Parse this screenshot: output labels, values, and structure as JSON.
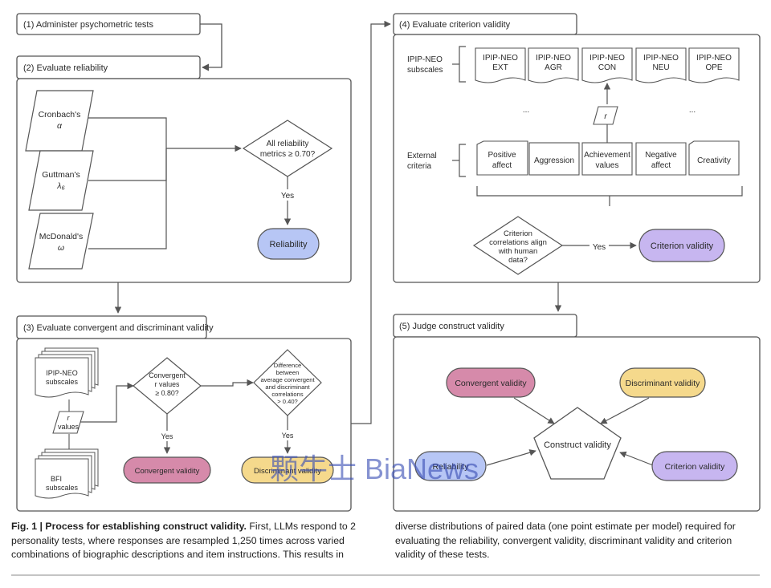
{
  "panels": {
    "p1": "(1) Administer psychometric tests",
    "p2": "(2) Evaluate reliability",
    "p3": "(3) Evaluate convergent and discriminant validity",
    "p4": "(4) Evaluate criterion validity",
    "p5": "(5) Judge construct validity"
  },
  "reliability": {
    "cronbach": [
      "Cronbach's",
      "α"
    ],
    "guttman": [
      "Guttman's",
      "λ₆"
    ],
    "mcdonald": [
      "McDonald's",
      "ω"
    ],
    "decision": [
      "All reliability",
      "metrics ≥ 0.70?"
    ],
    "yes": "Yes",
    "result": "Reliability"
  },
  "convergent": {
    "ipip": [
      "IPIP-NEO",
      "subscales"
    ],
    "rvalues": [
      "r",
      "values"
    ],
    "bfi": [
      "BFI",
      "subscales"
    ],
    "decision1": [
      "Convergent",
      "r values",
      "≥ 0.80?"
    ],
    "yes1": "Yes",
    "result1": "Convergent validity",
    "decision2": [
      "Difference",
      "between",
      "average convergent",
      "and discriminant",
      "correlations",
      "> 0.40?"
    ],
    "yes2": "Yes",
    "result2": "Discriminant validity"
  },
  "criterion": {
    "subscales_label": [
      "IPIP-NEO",
      "subscales"
    ],
    "subscales": [
      [
        "IPIP-NEO",
        "EXT"
      ],
      [
        "IPIP-NEO",
        "AGR"
      ],
      [
        "IPIP-NEO",
        "CON"
      ],
      [
        "IPIP-NEO",
        "NEU"
      ],
      [
        "IPIP-NEO",
        "OPE"
      ]
    ],
    "ellipsis": "...",
    "r": "r",
    "external_label": [
      "External",
      "criteria"
    ],
    "criteria": [
      [
        "Positive",
        "affect"
      ],
      [
        "Aggression"
      ],
      [
        "Achievement",
        "values"
      ],
      [
        "Negative",
        "affect"
      ],
      [
        "Creativity"
      ]
    ],
    "decision": [
      "Criterion",
      "correlations align",
      "with human",
      "data?"
    ],
    "yes": "Yes",
    "result": "Criterion validity"
  },
  "construct": {
    "center": "Construct validity",
    "convergent": "Convergent validity",
    "discriminant": "Discriminant validity",
    "reliability": "Reliability",
    "criterion": "Criterion validity"
  },
  "watermark": "颗牛士 BiaNews",
  "caption": {
    "fig_label": "Fig. 1 | Process for establishing construct validity.",
    "left_text": " First, LLMs respond to 2 personality tests, where responses are resampled 1,250 times across varied combinations of biographic descriptions and item instructions. This results in",
    "right_text": "diverse distributions of paired data (one point estimate per model) required for evaluating the reliability, convergent validity, discriminant validity and criterion validity of these tests."
  },
  "colors": {
    "blue": "#b7c6f5",
    "pink": "#d68aaa",
    "yellow": "#f5d98c",
    "purple": "#c7b6f0",
    "stroke": "#555555"
  }
}
